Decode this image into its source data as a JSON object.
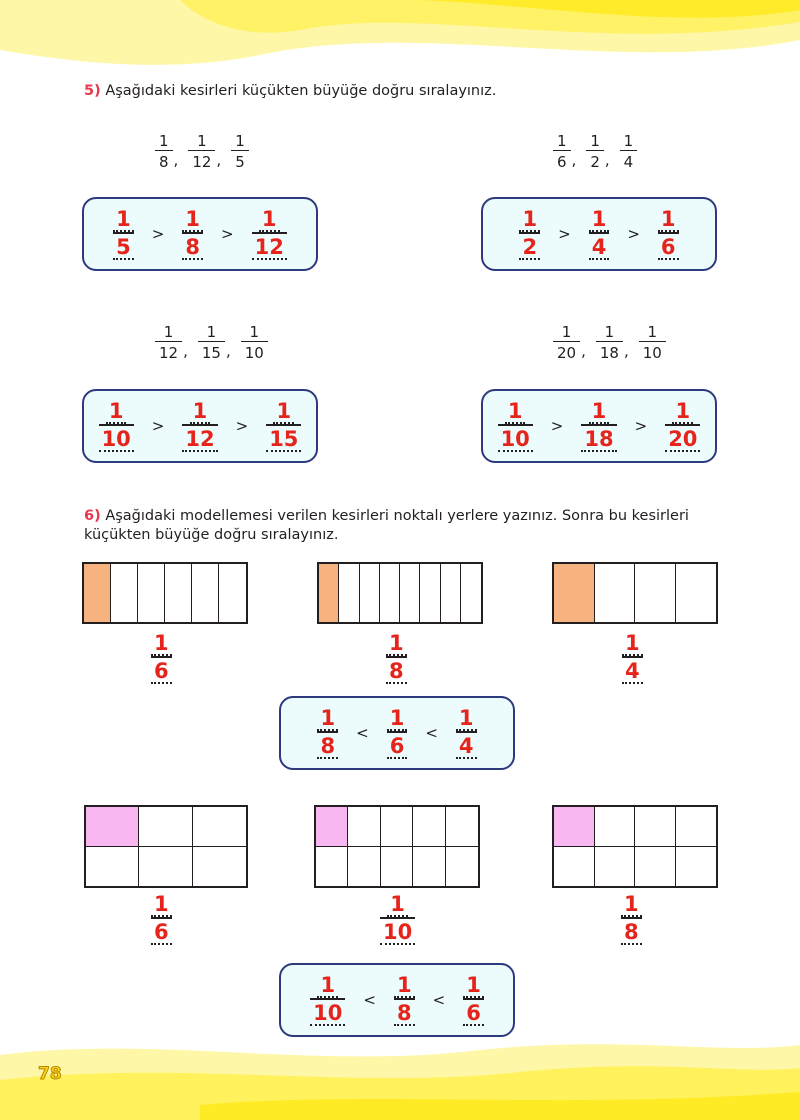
{
  "q5": {
    "number": "5)",
    "text": "Aşağıdaki kesirleri küçükten büyüğe doğru sıralayınız.",
    "items": [
      {
        "given": [
          "1",
          "8",
          "1",
          "12",
          "1",
          "5"
        ],
        "answer": [
          "1",
          "5",
          "1",
          "8",
          "1",
          "12"
        ],
        "op": ">"
      },
      {
        "given": [
          "1",
          "6",
          "1",
          "2",
          "1",
          "4"
        ],
        "answer": [
          "1",
          "2",
          "1",
          "4",
          "1",
          "6"
        ],
        "op": ">"
      },
      {
        "given": [
          "1",
          "12",
          "1",
          "15",
          "1",
          "10"
        ],
        "answer": [
          "1",
          "10",
          "1",
          "12",
          "1",
          "15"
        ],
        "op": ">"
      },
      {
        "given": [
          "1",
          "20",
          "1",
          "18",
          "1",
          "10"
        ],
        "answer": [
          "1",
          "10",
          "1",
          "18",
          "1",
          "20"
        ],
        "op": ">"
      }
    ]
  },
  "q6": {
    "number": "6)",
    "text": "Aşağıdaki modellemesi verilen kesirleri noktalı yerlere yazınız. Sonra bu kesirleri küçükten büyüğe doğru sıralayınız.",
    "row1_labels": [
      [
        "1",
        "6"
      ],
      [
        "1",
        "8"
      ],
      [
        "1",
        "4"
      ]
    ],
    "row1_answer": [
      "1",
      "8",
      "1",
      "6",
      "1",
      "4"
    ],
    "row1_op": "<",
    "row2_labels": [
      [
        "1",
        "6"
      ],
      [
        "1",
        "10"
      ],
      [
        "1",
        "8"
      ]
    ],
    "row2_answer": [
      "1",
      "10",
      "1",
      "8",
      "1",
      "6"
    ],
    "row2_op": "<",
    "colors": {
      "orange": "#f6b37f",
      "pink": "#f8b7f1"
    }
  },
  "page_number": "78"
}
